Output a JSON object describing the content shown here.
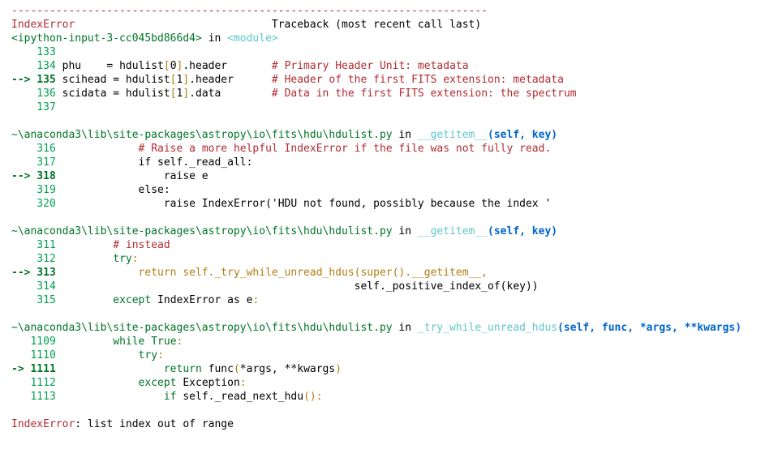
{
  "colors": {
    "red": "#b22b31",
    "green": "#007427",
    "line_number": "#00a250",
    "cyan": "#60c6c8",
    "blue": "#0065ca",
    "amber": "#b27d12"
  },
  "lines": [
    {
      "segs": [
        {
          "t": "---------------------------------------------------------------------------",
          "s": "r"
        }
      ]
    },
    {
      "segs": [
        {
          "t": "IndexError",
          "s": "r"
        },
        {
          "t": "                               Traceback (most recent call last)",
          "s": "n"
        }
      ]
    },
    {
      "segs": [
        {
          "t": "<ipython-input-3-cc045bd866d4>",
          "s": "g"
        },
        {
          "t": " in ",
          "s": "n"
        },
        {
          "t": "<module>",
          "s": "c"
        }
      ]
    },
    {
      "segs": [
        {
          "t": "    133",
          "s": "ln"
        }
      ]
    },
    {
      "segs": [
        {
          "t": "    134",
          "s": "ln"
        },
        {
          "t": " phu    = hdulist",
          "s": "n"
        },
        {
          "t": "[",
          "s": "p"
        },
        {
          "t": "0",
          "s": "n"
        },
        {
          "t": "]",
          "s": "p"
        },
        {
          "t": ".header       ",
          "s": "n"
        },
        {
          "t": "# Primary Header Unit: metadata",
          "s": "r"
        }
      ]
    },
    {
      "segs": [
        {
          "t": "--> 135",
          "s": "cl"
        },
        {
          "t": " scihead = hdulist",
          "s": "n"
        },
        {
          "t": "[",
          "s": "p"
        },
        {
          "t": "1",
          "s": "n"
        },
        {
          "t": "]",
          "s": "p"
        },
        {
          "t": ".header      ",
          "s": "n"
        },
        {
          "t": "# Header of the first FITS extension: metadata",
          "s": "r"
        }
      ]
    },
    {
      "segs": [
        {
          "t": "    136",
          "s": "ln"
        },
        {
          "t": " scidata = hdulist",
          "s": "n"
        },
        {
          "t": "[",
          "s": "p"
        },
        {
          "t": "1",
          "s": "n"
        },
        {
          "t": "]",
          "s": "p"
        },
        {
          "t": ".data        ",
          "s": "n"
        },
        {
          "t": "# Data in the first FITS extension: the spectrum",
          "s": "r"
        }
      ]
    },
    {
      "segs": [
        {
          "t": "    137",
          "s": "ln"
        }
      ]
    },
    {
      "segs": []
    },
    {
      "segs": [
        {
          "t": "~\\anaconda3\\lib\\site-packages\\astropy\\io\\fits\\hdu\\hdulist.py",
          "s": "g"
        },
        {
          "t": " in ",
          "s": "n"
        },
        {
          "t": "__getitem__",
          "s": "c"
        },
        {
          "t": "(self, key)",
          "s": "b"
        }
      ]
    },
    {
      "segs": [
        {
          "t": "    316",
          "s": "ln"
        },
        {
          "t": "             ",
          "s": "n"
        },
        {
          "t": "# Raise a more helpful IndexError if the file was not fully read.",
          "s": "r"
        }
      ]
    },
    {
      "segs": [
        {
          "t": "    317",
          "s": "ln"
        },
        {
          "t": "             if self._read_all:",
          "s": "n"
        }
      ]
    },
    {
      "segs": [
        {
          "t": "--> 318",
          "s": "cl"
        },
        {
          "t": "                 raise e",
          "s": "n"
        }
      ]
    },
    {
      "segs": [
        {
          "t": "    319",
          "s": "ln"
        },
        {
          "t": "             else:",
          "s": "n"
        }
      ]
    },
    {
      "segs": [
        {
          "t": "    320",
          "s": "ln"
        },
        {
          "t": "                 raise IndexError('HDU not found, possibly because the index '",
          "s": "n"
        }
      ]
    },
    {
      "segs": []
    },
    {
      "segs": [
        {
          "t": "~\\anaconda3\\lib\\site-packages\\astropy\\io\\fits\\hdu\\hdulist.py",
          "s": "g"
        },
        {
          "t": " in ",
          "s": "n"
        },
        {
          "t": "__getitem__",
          "s": "c"
        },
        {
          "t": "(self, key)",
          "s": "b"
        }
      ]
    },
    {
      "segs": [
        {
          "t": "    311",
          "s": "ln"
        },
        {
          "t": "         ",
          "s": "n"
        },
        {
          "t": "# instead",
          "s": "r"
        }
      ]
    },
    {
      "segs": [
        {
          "t": "    312",
          "s": "ln"
        },
        {
          "t": "         ",
          "s": "n"
        },
        {
          "t": "try",
          "s": "k"
        },
        {
          "t": ":",
          "s": "p"
        }
      ]
    },
    {
      "segs": [
        {
          "t": "--> 313",
          "s": "cl"
        },
        {
          "t": "             return self._try_while_unread_hdus(super().__getitem__,",
          "s": "p"
        }
      ]
    },
    {
      "segs": [
        {
          "t": "    314",
          "s": "ln"
        },
        {
          "t": "                                               self._positive_index_of(key))",
          "s": "n"
        }
      ]
    },
    {
      "segs": [
        {
          "t": "    315",
          "s": "ln"
        },
        {
          "t": "         ",
          "s": "n"
        },
        {
          "t": "except",
          "s": "k"
        },
        {
          "t": " IndexError as e",
          "s": "n"
        },
        {
          "t": ":",
          "s": "p"
        }
      ]
    },
    {
      "segs": []
    },
    {
      "segs": [
        {
          "t": "~\\anaconda3\\lib\\site-packages\\astropy\\io\\fits\\hdu\\hdulist.py",
          "s": "g"
        },
        {
          "t": " in ",
          "s": "n"
        },
        {
          "t": "_try_while_unread_hdus",
          "s": "c"
        },
        {
          "t": "(self, func, *args, **kwargs)",
          "s": "b"
        }
      ]
    },
    {
      "segs": [
        {
          "t": "   1109",
          "s": "ln"
        },
        {
          "t": "         ",
          "s": "n"
        },
        {
          "t": "while True",
          "s": "k"
        },
        {
          "t": ":",
          "s": "p"
        }
      ]
    },
    {
      "segs": [
        {
          "t": "   1110",
          "s": "ln"
        },
        {
          "t": "             ",
          "s": "n"
        },
        {
          "t": "try",
          "s": "k"
        },
        {
          "t": ":",
          "s": "p"
        }
      ]
    },
    {
      "segs": [
        {
          "t": "-> 1111",
          "s": "cl"
        },
        {
          "t": "                 ",
          "s": "n"
        },
        {
          "t": "return",
          "s": "k"
        },
        {
          "t": " func",
          "s": "n"
        },
        {
          "t": "(",
          "s": "p"
        },
        {
          "t": "*args, **kwargs",
          "s": "n"
        },
        {
          "t": ")",
          "s": "p"
        }
      ]
    },
    {
      "segs": [
        {
          "t": "   1112",
          "s": "ln"
        },
        {
          "t": "             ",
          "s": "n"
        },
        {
          "t": "except",
          "s": "k"
        },
        {
          "t": " Exception",
          "s": "n"
        },
        {
          "t": ":",
          "s": "p"
        }
      ]
    },
    {
      "segs": [
        {
          "t": "   1113",
          "s": "ln"
        },
        {
          "t": "                 ",
          "s": "n"
        },
        {
          "t": "if",
          "s": "k"
        },
        {
          "t": " self._read_next_hdu",
          "s": "n"
        },
        {
          "t": "():",
          "s": "p"
        }
      ]
    },
    {
      "segs": []
    },
    {
      "segs": [
        {
          "t": "IndexError",
          "s": "r"
        },
        {
          "t": ": list index out of range",
          "s": "n"
        }
      ]
    }
  ]
}
